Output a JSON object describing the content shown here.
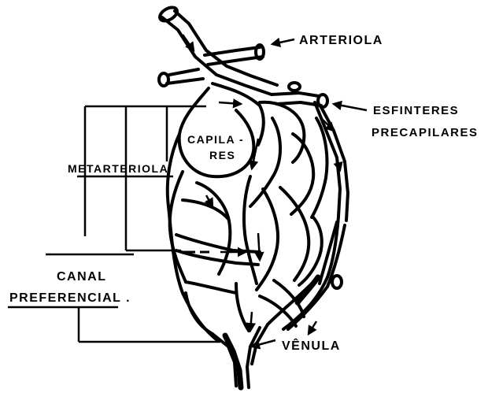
{
  "labels": {
    "arteriola": "ARTERIOLA",
    "esfinteres_line1": "ESFINTERES",
    "esfinteres_line2": "PRECAPILARES",
    "capilares_line1": "CAPILA -",
    "capilares_line2": "RES",
    "metarteriola": "METARTERIOLA",
    "canal_line1": "CANAL",
    "canal_line2": "PREFERENCIAL .",
    "venula": "VÊNULA"
  }
}
